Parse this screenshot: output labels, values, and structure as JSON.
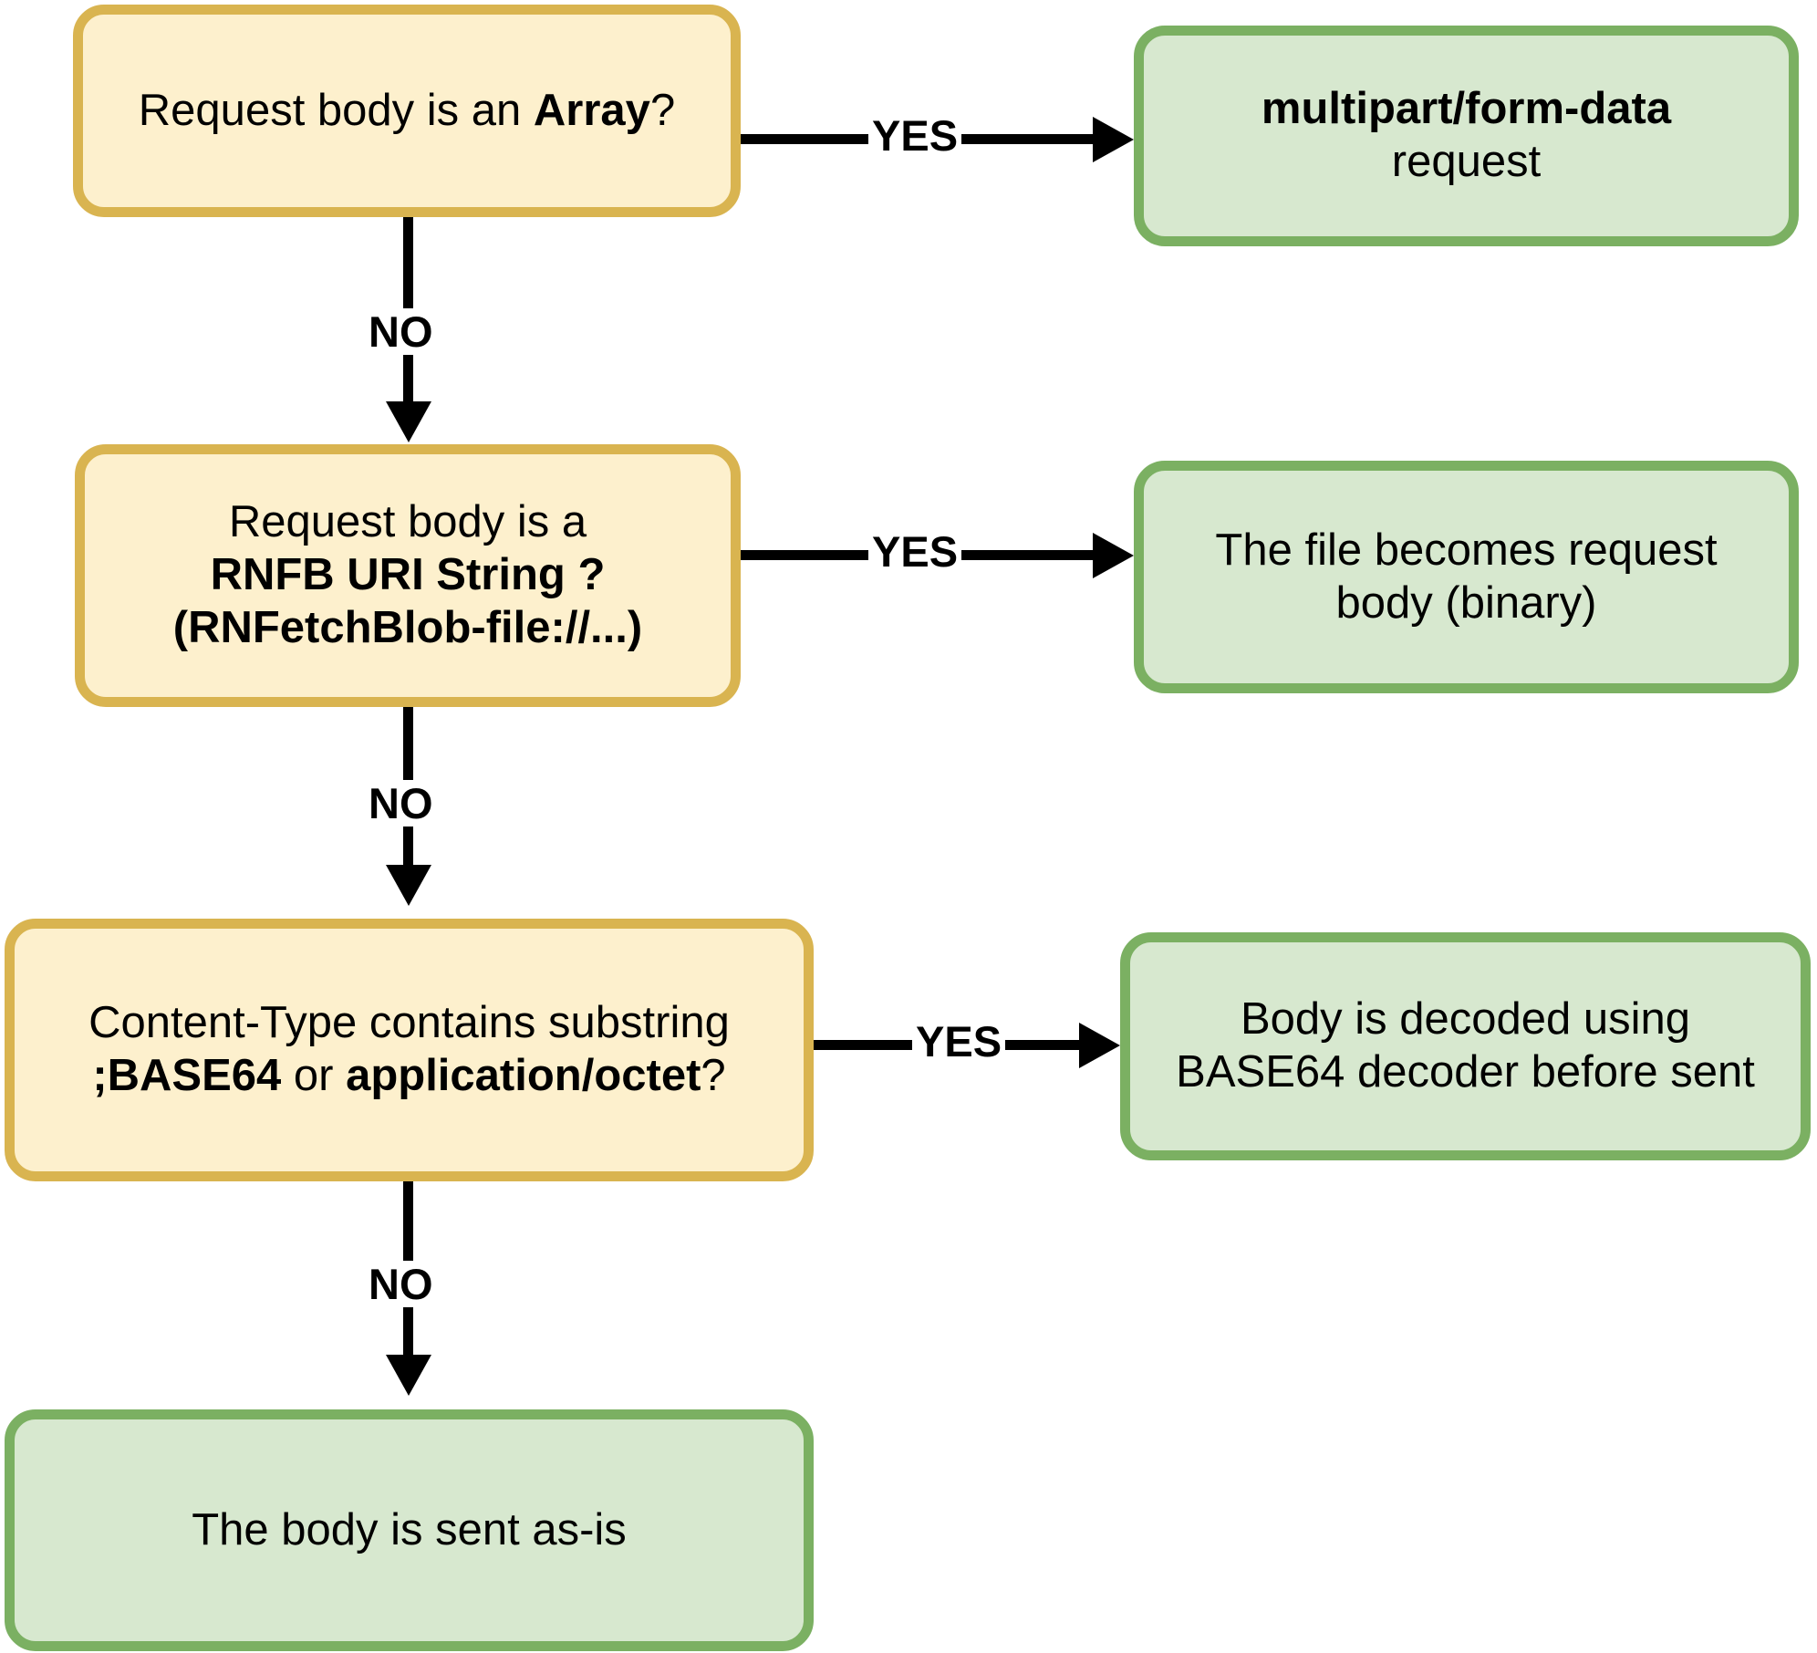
{
  "diagram": {
    "title": "React Native Fetch Blob request body handling flowchart",
    "colors": {
      "decision_fill": "#fdf0cd",
      "decision_border": "#d9b450",
      "terminal_fill": "#d7e8cf",
      "terminal_border": "#7bb062",
      "edge": "#000000",
      "background": "#ffffff"
    },
    "nodes": {
      "decision_array": {
        "kind": "decision",
        "text_plain": "Request body is an Array?",
        "line1_pre": "Request body is an ",
        "line1_bold": "Array",
        "line1_post": "?"
      },
      "terminal_multipart": {
        "kind": "terminal",
        "text_plain": "multipart/form-data request",
        "line1_bold": "multipart/form-data",
        "line2": "request"
      },
      "decision_rnfb_uri": {
        "kind": "decision",
        "text_plain": "Request body is a RNFB URI String ? (RNFetchBlob-file://...)",
        "line1": "Request body is a",
        "line2_bold": "RNFB URI String ?",
        "line3_bold": "(RNFetchBlob-file://...)"
      },
      "terminal_file_binary": {
        "kind": "terminal",
        "text_plain": "The file becomes request body (binary)",
        "line1": "The file becomes request",
        "line2": "body (binary)"
      },
      "decision_content_type": {
        "kind": "decision",
        "text_plain": "Content-Type contains substring ;BASE64 or application/octet?",
        "line1": "Content-Type contains substring",
        "line2_bold_a": ";BASE64",
        "line2_mid": " or ",
        "line2_bold_b": "application/octet",
        "line2_post": "?"
      },
      "terminal_base64_decoded": {
        "kind": "terminal",
        "text_plain": "Body is decoded using BASE64 decoder before sent",
        "line1": "Body is decoded using",
        "line2": "BASE64 decoder before sent"
      },
      "terminal_as_is": {
        "kind": "terminal",
        "text_plain": "The body is sent as-is",
        "line1": "The body is sent as-is"
      }
    },
    "edges": [
      {
        "id": "array-yes",
        "from": "decision_array",
        "to": "terminal_multipart",
        "label": "YES"
      },
      {
        "id": "array-no",
        "from": "decision_array",
        "to": "decision_rnfb_uri",
        "label": "NO"
      },
      {
        "id": "rnfb-yes",
        "from": "decision_rnfb_uri",
        "to": "terminal_file_binary",
        "label": "YES"
      },
      {
        "id": "rnfb-no",
        "from": "decision_rnfb_uri",
        "to": "decision_content_type",
        "label": "NO"
      },
      {
        "id": "contenttype-yes",
        "from": "decision_content_type",
        "to": "terminal_base64_decoded",
        "label": "YES"
      },
      {
        "id": "contenttype-no",
        "from": "decision_content_type",
        "to": "terminal_as_is",
        "label": "NO"
      }
    ]
  }
}
